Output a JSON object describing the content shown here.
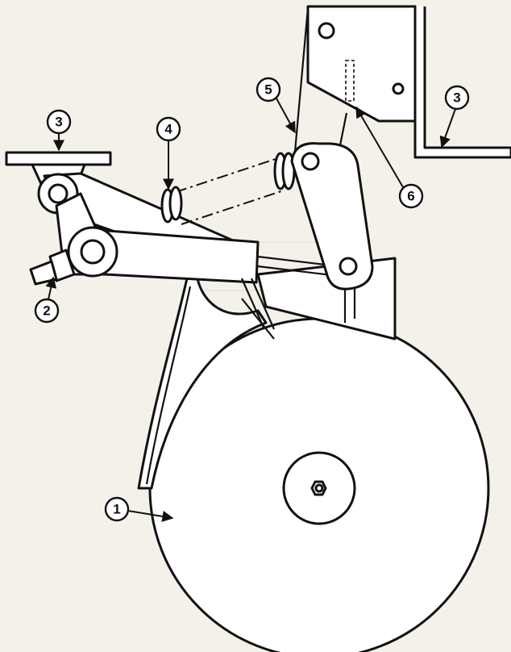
{
  "callouts": [
    {
      "id": "c1",
      "label": "1"
    },
    {
      "id": "c2",
      "label": "2"
    },
    {
      "id": "c3a",
      "label": "3"
    },
    {
      "id": "c3b",
      "label": "3"
    },
    {
      "id": "c4",
      "label": "4"
    },
    {
      "id": "c5",
      "label": "5"
    },
    {
      "id": "c6",
      "label": "6"
    }
  ],
  "colors": {
    "ink": "#111111",
    "paper": "#f4f1ea"
  }
}
